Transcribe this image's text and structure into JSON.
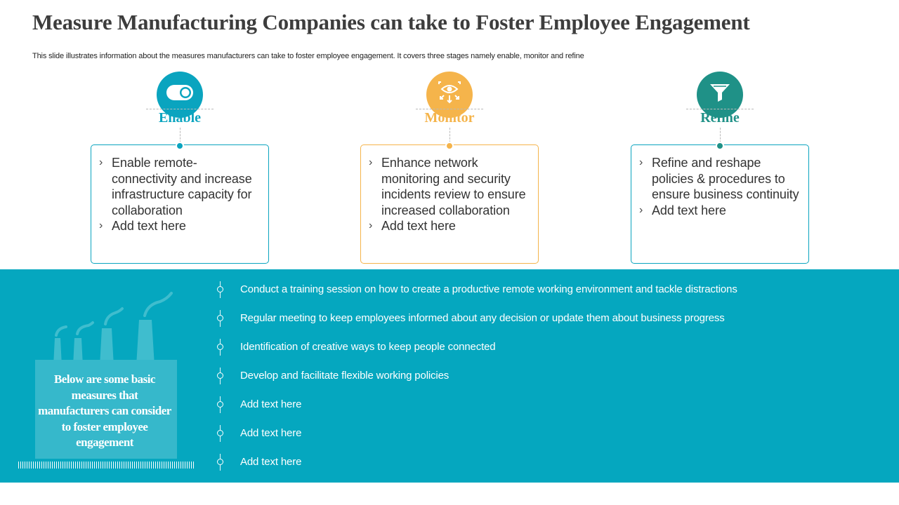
{
  "title": "Measure Manufacturing Companies can take to Foster Employee Engagement",
  "subtitle": "This slide illustrates information about the measures manufacturers can take to foster employee engagement. It covers three stages namely enable, monitor and refine",
  "colors": {
    "enable": "#0aa4bf",
    "monitor": "#f5b44b",
    "refine": "#1f9187",
    "band": "#05a7bf"
  },
  "stages": [
    {
      "name": "Enable",
      "icon": "toggle-switch-icon",
      "items": [
        "Enable remote-connectivity and increase infrastructure capacity for collaboration",
        "Add text here"
      ]
    },
    {
      "name": "Monitor",
      "icon": "eye-monitoring-icon",
      "items": [
        "Enhance network monitoring and security incidents review to ensure increased collaboration",
        "Add text here"
      ]
    },
    {
      "name": "Refine",
      "icon": "funnel-filter-icon",
      "items": [
        "Refine and reshape policies & procedures to ensure business continuity",
        "Add text here"
      ]
    }
  ],
  "band_note": "Below are some basic measures that manufacturers can consider to foster employee engagement",
  "band_icon": "factory-icon",
  "measures": [
    "Conduct a training session on how to create a productive remote working environment and tackle distractions",
    "Regular meeting to keep employees informed about any decision or update them about business progress",
    "Identification of creative ways to keep people connected",
    "Develop and facilitate flexible working policies",
    "Add text here",
    "Add text here",
    "Add text here"
  ]
}
